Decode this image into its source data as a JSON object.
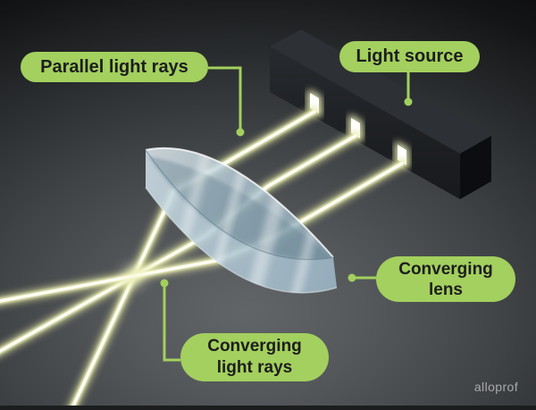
{
  "labels": {
    "parallel_rays": {
      "text": "Parallel light rays"
    },
    "light_source": {
      "text": "Light source"
    },
    "converging_lens": {
      "lines": [
        "Converging",
        "lens"
      ]
    },
    "converging_rays": {
      "lines": [
        "Converging",
        "light rays"
      ]
    }
  },
  "watermark": {
    "text": "alloprof"
  },
  "colors": {
    "label_pill_green": "#a3d05e",
    "label_text_dark": "#1d1d1d",
    "ray_core_white": "#fffef4",
    "ray_glow_yellow": "#e4e8a5",
    "lens_blue_light": "#c9dbe4",
    "lens_blue_dark": "#8aa5b6",
    "box_top_gray": "#2d3034",
    "box_front_gray": "#202327",
    "box_side_black": "#0c0d10",
    "background_center_gray": "#5e6164",
    "background_corner_black": "#070708",
    "watermark_gray": "#a8aaac"
  },
  "diagram": {
    "type": "optics-ray-diagram",
    "ray_count": 3,
    "elements": [
      "light-source-box",
      "parallel-light-rays",
      "converging-lens",
      "converging-light-rays",
      "focal-point"
    ]
  }
}
